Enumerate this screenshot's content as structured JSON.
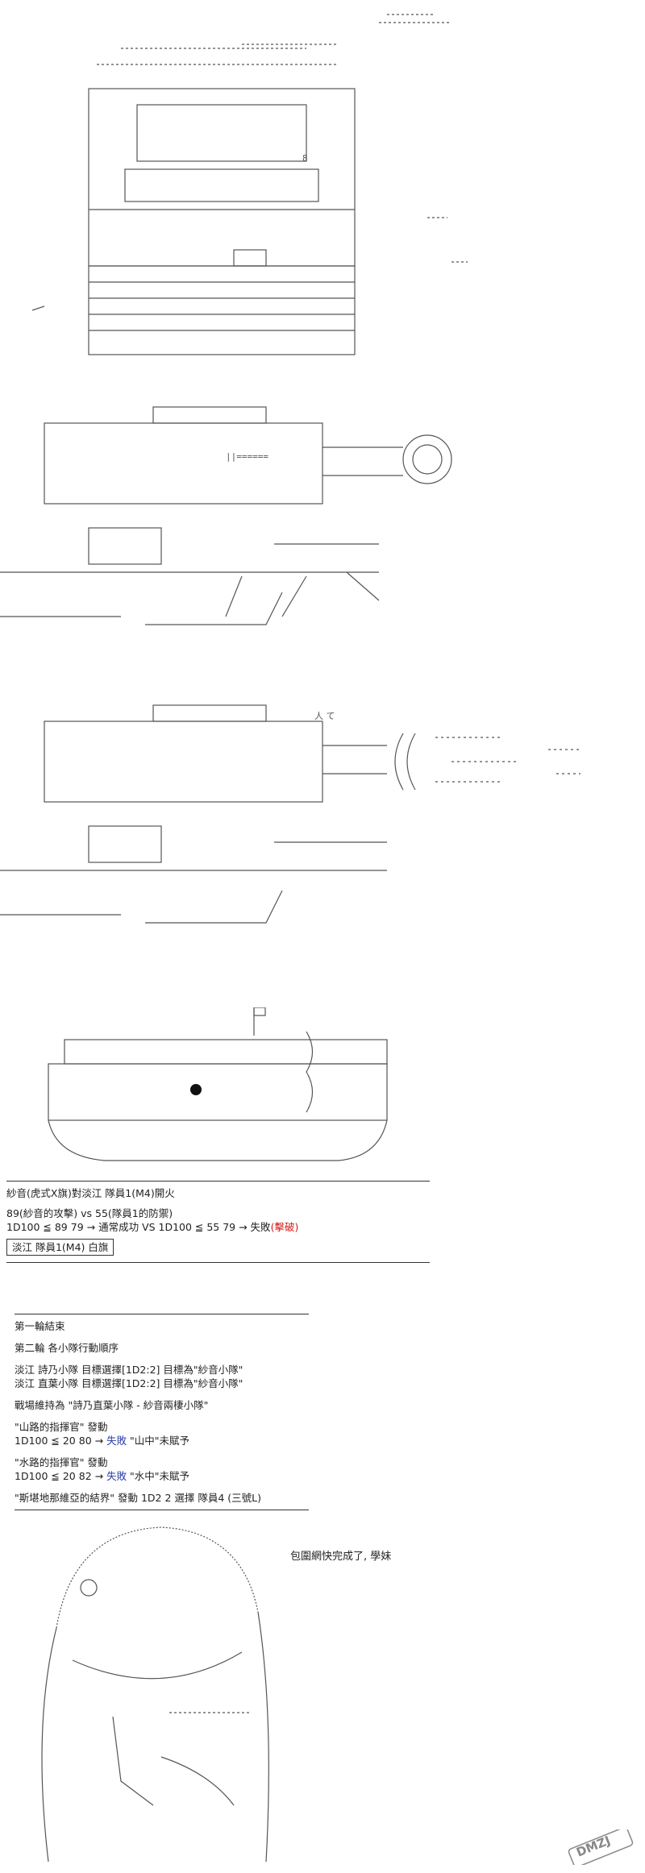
{
  "ascii": {
    "tank_front_rank": "8",
    "cannon_label": "||======",
    "impact_kana": "人 て"
  },
  "battle": {
    "title": "紗音(虎式X旗)對淡江 隊員1(M4)開火",
    "attack_line": "89(紗音的攻擊) vs 55(隊員1的防禦)",
    "roll_a": "1D100 ≦ 89  79 → 通常成功 VS 1D100 ≦ 55  79 → 失敗",
    "roll_a_result": "(擊破)",
    "white_flag": "淡江 隊員1(M4) 白旗"
  },
  "round": {
    "end": "第一輪結束",
    "order": "第二輪 各小隊行動順序",
    "target1": "淡江 詩乃小隊 目標選擇[1D2:2] 目標為\"紗音小隊\"",
    "target2": "淡江 直葉小隊 目標選擇[1D2:2] 目標為\"紗音小隊\"",
    "battlefield": "戰場維持為 \"詩乃直葉小隊 - 紗音兩棲小隊\"",
    "skill1": "\"山路的指揮官\" 發動",
    "skill1_roll": "1D100 ≦ 20  80 → ",
    "skill1_fail": "失敗",
    "skill1_after": " \"山中\"未賦予",
    "skill2": "\"水路的指揮官\" 發動",
    "skill2_roll": "1D100 ≦ 20  82 → ",
    "skill2_fail": "失敗",
    "skill2_after": " \"水中\"未賦予",
    "final": "\"斯堪地那維亞的結界\" 發動 1D2 2 選擇 隊員4 (三號L)"
  },
  "speech": "包圍網快完成了, 學妹",
  "watermark": "DMZJ"
}
